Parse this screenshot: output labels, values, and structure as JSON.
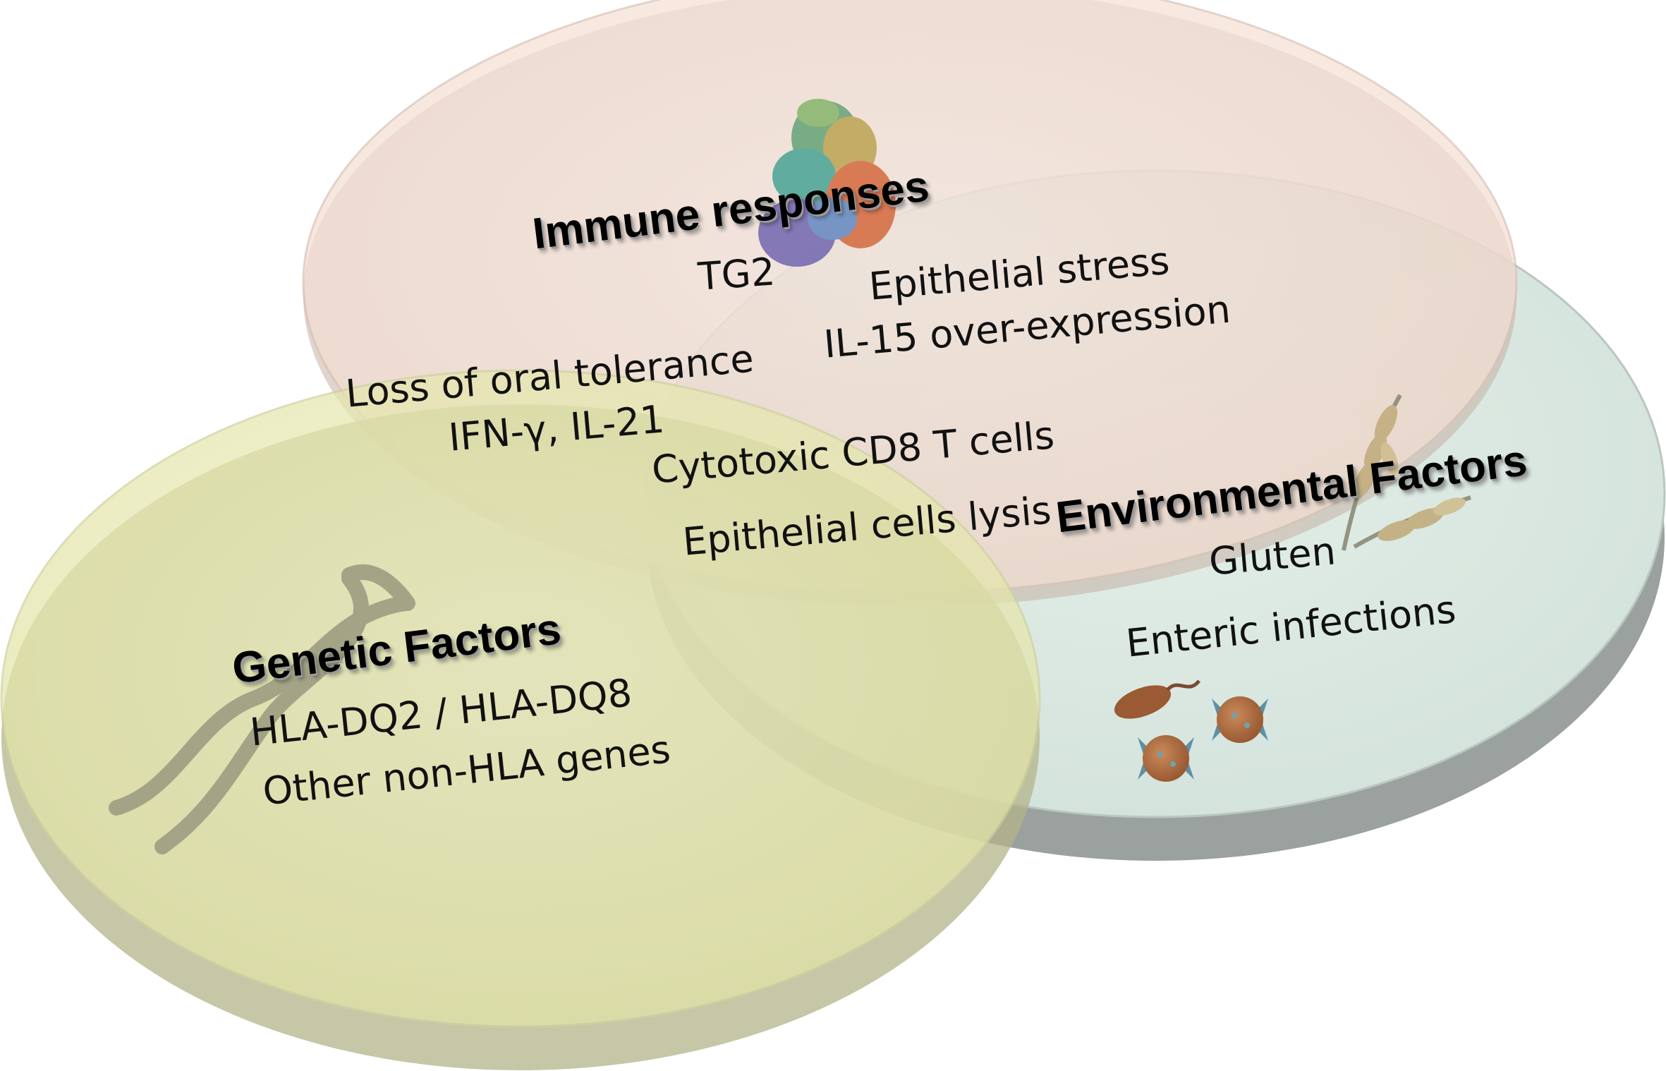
{
  "circles": {
    "immune": {
      "title": "Immune responses",
      "items": [
        "TG2"
      ],
      "color": "#f6ddd0",
      "edge_color": "#c9b3a7"
    },
    "genetic": {
      "title": "Genetic Factors",
      "items": [
        "HLA-DQ2 / HLA-DQ8",
        "Other non-HLA genes"
      ],
      "color": "#e6e8a8",
      "edge_color": "#b7b88a"
    },
    "environmental": {
      "title": "Environmental Factors",
      "items": [
        "Gluten",
        "Enteric infections"
      ],
      "color": "#d4e4dc",
      "edge_color": "#9fa6a2"
    }
  },
  "overlaps": {
    "immune_environmental": [
      "Epithelial stress",
      "IL-15 over-expression"
    ],
    "immune_genetic": [
      "Loss of oral tolerance",
      "IFN-γ, IL-21"
    ],
    "all_three": [
      "Cytotoxic CD8 T cells",
      "Epithelial cells lysis"
    ]
  },
  "icons": {
    "immune": "protein-structure-icon",
    "genetic": "dna-helix-icon",
    "environmental_gluten": "wheat-icon",
    "environmental_infections": "microbe-icon"
  }
}
